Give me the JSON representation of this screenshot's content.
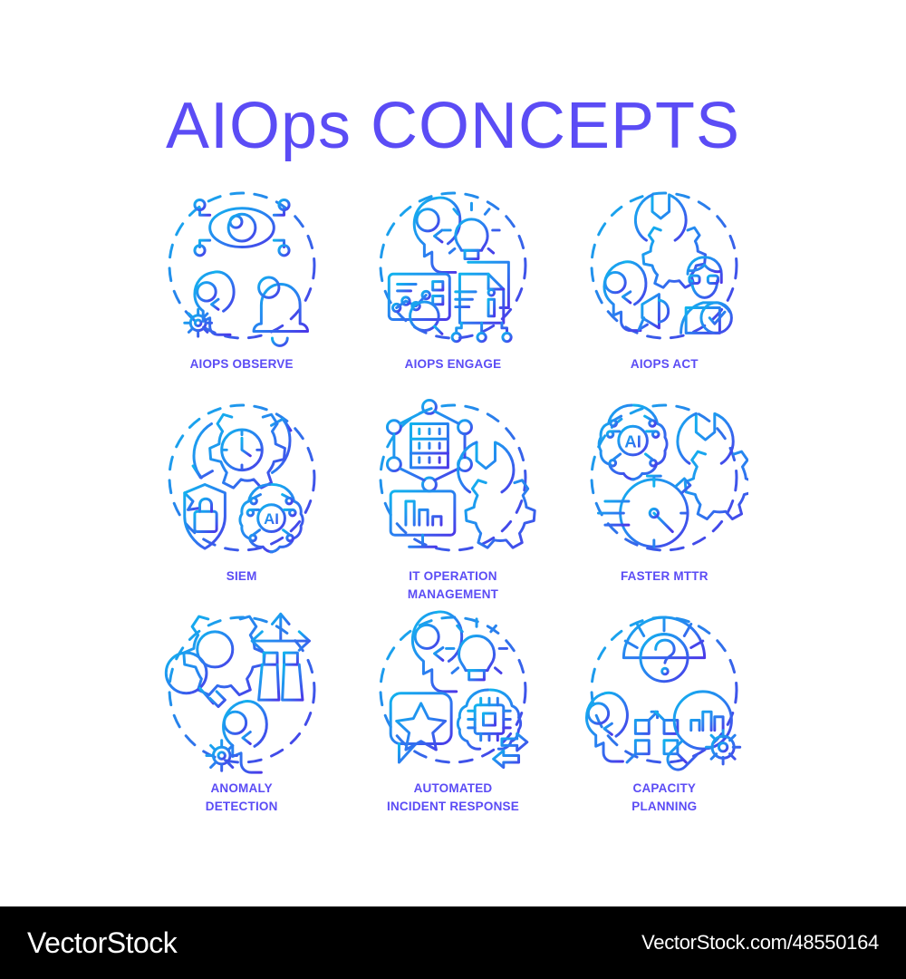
{
  "page": {
    "title": "AIOps CONCEPTS",
    "background_color": "#ffffff"
  },
  "colors": {
    "title": "#5B4CF5",
    "label": "#5B4CF5",
    "gradient_start": "#11B4EE",
    "gradient_end": "#4B37E8",
    "footer_background": "#000000",
    "footer_text": "#ffffff"
  },
  "concepts": [
    {
      "label_line1": "AIOPS OBSERVE",
      "label_line2": "",
      "icon_name": "aiops-observe-icon",
      "glyphs": [
        "eye-with-network-nodes",
        "head-with-gear",
        "notification-bell"
      ]
    },
    {
      "label_line1": "AIOPS ENGAGE",
      "label_line2": "",
      "icon_name": "aiops-engage-icon",
      "glyphs": [
        "head-with-lightbulb",
        "dashboard-with-magnifier",
        "documents-with-nodes"
      ]
    },
    {
      "label_line1": "AIOPS ACT",
      "label_line2": "",
      "icon_name": "aiops-act-icon",
      "glyphs": [
        "wrench-gear",
        "head-with-megaphone",
        "technician-with-check"
      ]
    },
    {
      "label_line1": "SIEM",
      "label_line2": "",
      "icon_name": "siem-icon",
      "glyphs": [
        "clock-gear-refresh",
        "shield-with-lock",
        "ai-brain"
      ]
    },
    {
      "label_line1": "IT OPERATION",
      "label_line2": "MANAGEMENT",
      "icon_name": "it-operation-management-icon",
      "glyphs": [
        "server-network",
        "wrench-gear",
        "monitor-bar-chart"
      ]
    },
    {
      "label_line1": "FASTER MTTR",
      "label_line2": "",
      "icon_name": "faster-mttr-icon",
      "glyphs": [
        "ai-brain",
        "wrench-gear",
        "stopwatch-speed"
      ]
    },
    {
      "label_line1": "ANOMALY",
      "label_line2": "DETECTION",
      "icon_name": "anomaly-detection-icon",
      "glyphs": [
        "gear-magnifier",
        "binoculars-arrows",
        "head-with-gear"
      ]
    },
    {
      "label_line1": "AUTOMATED",
      "label_line2": "INCIDENT RESPONSE",
      "icon_name": "automated-incident-response-icon",
      "glyphs": [
        "head-with-lightbulb",
        "star-speech-bubble",
        "brain-chip-arrows"
      ]
    },
    {
      "label_line1": "CAPACITY",
      "label_line2": "PLANNING",
      "icon_name": "capacity-planning-icon",
      "glyphs": [
        "gauge-question",
        "head-scaling-arrows",
        "magnifier-bar-chart-gear"
      ]
    }
  ],
  "footer": {
    "brand": "VectorStock",
    "url": "VectorStock.com/48550164"
  }
}
